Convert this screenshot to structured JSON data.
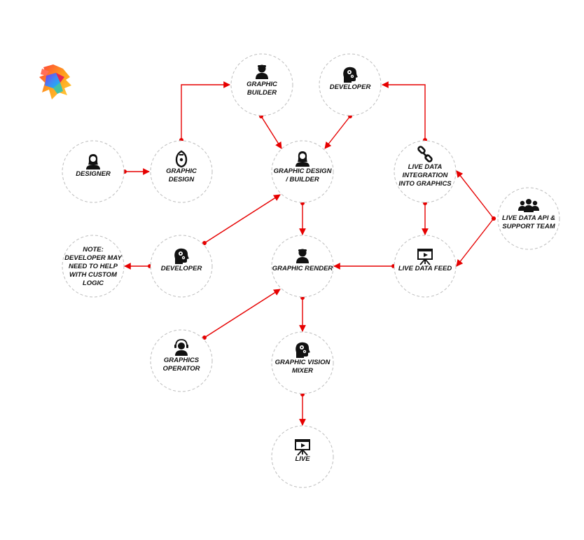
{
  "nodes": [
    {
      "id": "designer",
      "label": [
        "DESIGNER"
      ],
      "icon": "woman-icon"
    },
    {
      "id": "graphic-design",
      "label": [
        "GRAPHIC",
        "DESIGN"
      ],
      "icon": "pen-tool-icon"
    },
    {
      "id": "graphic-builder",
      "label": [
        "GRAPHIC",
        "BUILDER"
      ],
      "icon": "person-icon"
    },
    {
      "id": "developer-top",
      "label": [
        "DEVELOPER"
      ],
      "icon": "head-gears-icon"
    },
    {
      "id": "graphic-design-builder",
      "label": [
        "GRAPHIC DESIGN",
        "/ BUILDER"
      ],
      "icon": "woman-icon"
    },
    {
      "id": "live-data-integration",
      "label": [
        "LIVE DATA",
        "INTEGRATION",
        "INTO GRAPHICS"
      ],
      "icon": "link-icon"
    },
    {
      "id": "live-data-api",
      "label": [
        "LIVE DATA API &",
        "SUPPORT TEAM"
      ],
      "icon": "team-icon"
    },
    {
      "id": "note",
      "label": [
        "NOTE:",
        "DEVELOPER MAY",
        "NEED TO HELP",
        "WITH CUSTOM",
        "LOGIC"
      ],
      "icon": ""
    },
    {
      "id": "developer-mid",
      "label": [
        "DEVELOPER"
      ],
      "icon": "head-gears-icon"
    },
    {
      "id": "graphic-render",
      "label": [
        "GRAPHIC RENDER"
      ],
      "icon": "person-icon"
    },
    {
      "id": "live-data-feed",
      "label": [
        "LIVE DATA FEED"
      ],
      "icon": "presentation-icon"
    },
    {
      "id": "graphics-operator",
      "label": [
        "GRAPHICS",
        "OPERATOR"
      ],
      "icon": "headset-icon"
    },
    {
      "id": "graphic-vision-mixer",
      "label": [
        "GRAPHIC VISION",
        "MIXER"
      ],
      "icon": "head-gears-icon"
    },
    {
      "id": "live",
      "label": [
        "LIVE"
      ],
      "icon": "presentation-icon"
    }
  ],
  "edges": [
    {
      "from": "designer",
      "to": "graphic-design"
    },
    {
      "from": "graphic-design",
      "to": "graphic-builder"
    },
    {
      "from": "graphic-builder",
      "to": "graphic-design-builder"
    },
    {
      "from": "developer-top",
      "to": "graphic-design-builder"
    },
    {
      "from": "live-data-integration",
      "to": "developer-top"
    },
    {
      "from": "live-data-api",
      "to": "live-data-integration"
    },
    {
      "from": "live-data-api",
      "to": "live-data-feed"
    },
    {
      "from": "live-data-integration",
      "to": "live-data-feed"
    },
    {
      "from": "graphic-design-builder",
      "to": "graphic-render"
    },
    {
      "from": "developer-mid",
      "to": "graphic-design-builder"
    },
    {
      "from": "developer-mid",
      "to": "note"
    },
    {
      "from": "live-data-feed",
      "to": "graphic-render"
    },
    {
      "from": "graphics-operator",
      "to": "graphic-render"
    },
    {
      "from": "graphic-render",
      "to": "graphic-vision-mixer"
    },
    {
      "from": "graphic-vision-mixer",
      "to": "live"
    }
  ],
  "colors": {
    "connector": "#e60000",
    "node_border": "#bdbdbd",
    "text": "#111111"
  },
  "logo": {
    "name": "lion-logo-icon"
  }
}
